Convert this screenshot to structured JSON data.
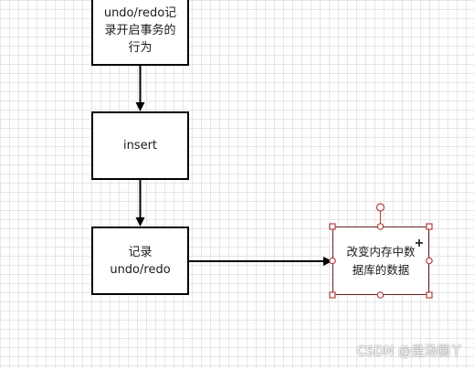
{
  "nodes": {
    "top": "undo/redo记\n录开启事务的\n行为",
    "insert": "insert",
    "record": "记录\nundo/redo",
    "change": "改变内存中数\n据库的数据"
  },
  "colors": {
    "grid": "#e6e6e6",
    "node_border": "#000000",
    "selected_border": "#6b1f1f",
    "handle_border": "#b04040"
  },
  "icons": {
    "selection_handle": "square-handle-icon",
    "rotate_handle": "rotate-circle-icon",
    "move_cursor": "crosshair-cursor-icon"
  },
  "watermark": "CSDN @是汤圆丫"
}
